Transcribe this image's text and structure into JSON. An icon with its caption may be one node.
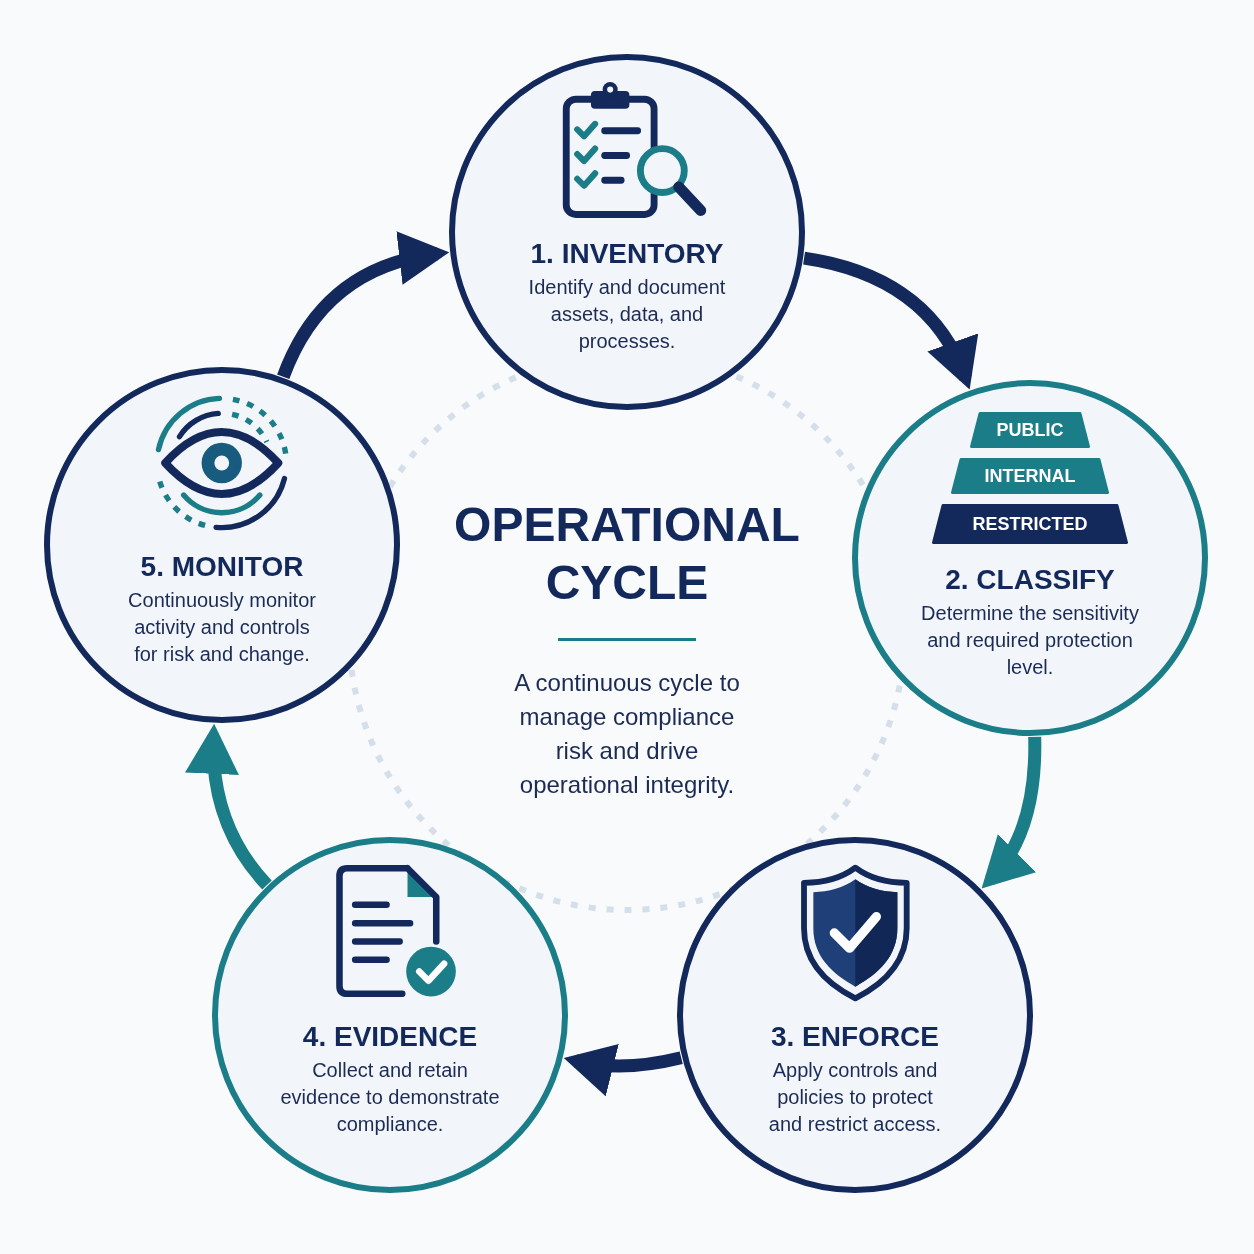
{
  "diagram": {
    "title": "OPERATIONAL CYCLE",
    "nodes": [
      {
        "text": [
          "1. INVENTORY",
          "Identify and document assets, data, and processes."
        ]
      },
      {
        "text": [
          "2. CLASSIFY",
          "Determine the sensitivity and required protection level."
        ]
      },
      {
        "text": [
          "PUBLIC"
        ],
        "in": 1
      },
      {
        "text": [
          "INTERNAL"
        ],
        "in": 1
      },
      {
        "text": [
          "RESTRICTED"
        ],
        "in": 1
      },
      {
        "text": [
          "3. ENFORCE",
          "Apply controls and policies to protect and restrict access."
        ]
      },
      {
        "text": [
          "4. EVIDENCE",
          "Collect and retain evidence to demonstrate compliance."
        ]
      },
      {
        "text": [
          "5. MONITOR",
          "Continuously monitor activity and controls for risk and change."
        ]
      }
    ],
    "edges": [
      {
        "from": 0,
        "to": 1,
        "arrow": "to"
      },
      {
        "from": 1,
        "to": 5,
        "arrow": "to",
        "color": "#1b7d88"
      },
      {
        "from": 5,
        "to": 6,
        "arrow": "to"
      },
      {
        "from": 6,
        "to": 7,
        "arrow": "to",
        "color": "#1b7d88"
      },
      {
        "from": 7,
        "to": 0,
        "arrow": "to"
      }
    ],
    "labels": [
      "A continuous cycle to manage compliance risk and drive operational integrity."
    ]
  }
}
